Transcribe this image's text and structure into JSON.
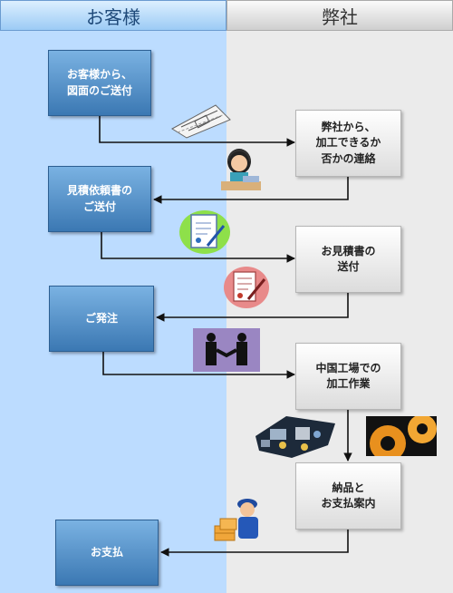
{
  "headers": {
    "customer": "お客様",
    "company": "弊社"
  },
  "steps": {
    "s1": "お客様から、\n図面のご送付",
    "s2": "弊社から、\n加工できるか\n否かの連絡",
    "s3": "見積依頼書の\nご送付",
    "s4": "お見積書の\n送付",
    "s5": "ご発注",
    "s6": "中国工場での\n加工作業",
    "s7": "納品と\nお支払案内",
    "s8": "お支払"
  },
  "colors": {
    "customer_lane": "#bcdcff",
    "company_lane": "#ebebeb",
    "customer_box": "#4f8cc6",
    "arrow": "#111111"
  },
  "icons": [
    "blueprint-icon",
    "operator-icon",
    "document-icon",
    "contract-icon",
    "handshake-icon",
    "factory-icon",
    "gear-icon",
    "delivery-icon"
  ]
}
